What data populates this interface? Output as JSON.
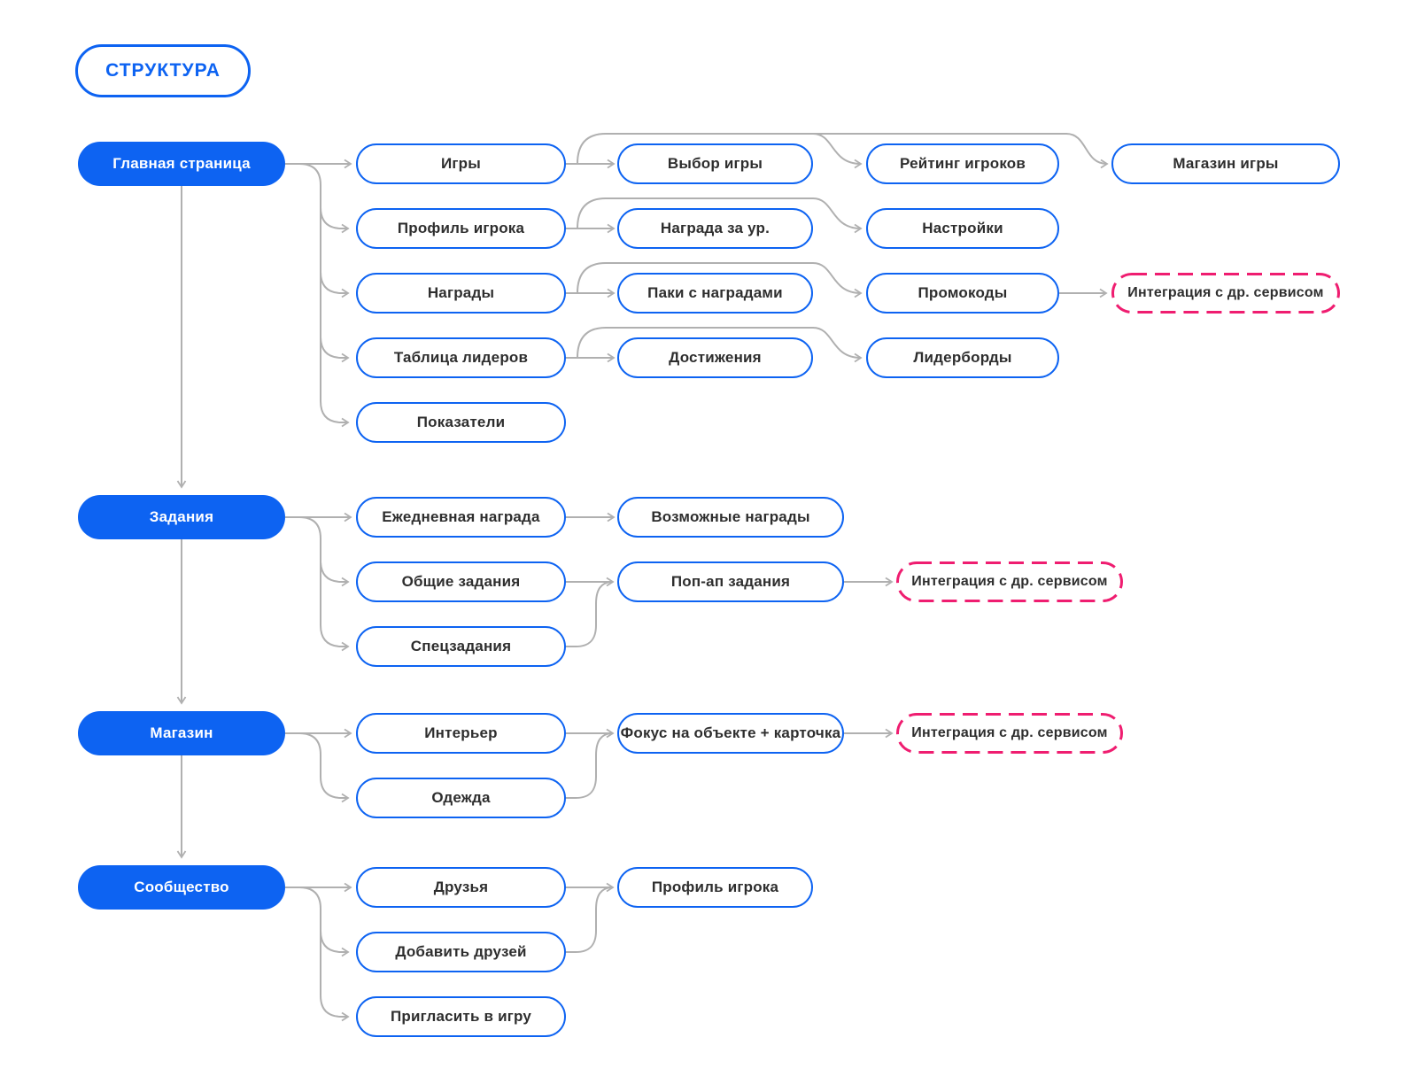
{
  "title": "СТРУКТУРА",
  "colors": {
    "primary_blue": "#0d63f2",
    "integration_pink": "#ef1d70",
    "connector_gray": "#b0b0b0",
    "label_dark": "#2e2e2e"
  },
  "nodes": {
    "home": "Главная страница",
    "games": "Игры",
    "game_select": "Выбор игры",
    "player_rating": "Рейтинг игроков",
    "game_shop": "Магазин игры",
    "profile": "Профиль игрока",
    "level_reward": "Награда за ур.",
    "settings": "Настройки",
    "rewards": "Награды",
    "reward_packs": "Паки с наградами",
    "promocodes": "Промокоды",
    "integration_1": "Интеграция с др. сервисом",
    "leaders_table": "Таблица лидеров",
    "achievements": "Достижения",
    "leaderboards": "Лидерборды",
    "metrics": "Показатели",
    "tasks": "Задания",
    "daily_reward": "Ежедневная награда",
    "possible_rewards": "Возможные награды",
    "common_tasks": "Общие задания",
    "popup_tasks": "Поп-ап задания",
    "integration_2": "Интеграция с др. сервисом",
    "special_tasks": "Спецзадания",
    "shop": "Магазин",
    "interior": "Интерьер",
    "focus_card": "Фокус на объекте + карточка",
    "integration_3": "Интеграция с др. сервисом",
    "clothes": "Одежда",
    "community": "Сообщество",
    "friends": "Друзья",
    "player_profile": "Профиль игрока",
    "add_friends": "Добавить друзей",
    "invite": "Пригласить в игру"
  }
}
